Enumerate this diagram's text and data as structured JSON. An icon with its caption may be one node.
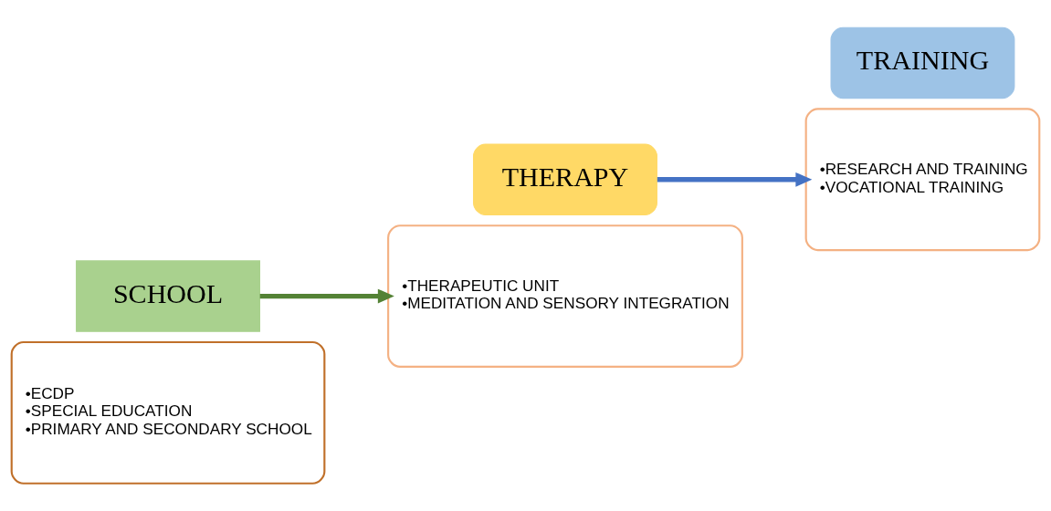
{
  "diagram": {
    "nodes": [
      {
        "text": [
          "•ECDP",
          "•SPECIAL EDUCATION",
          "•PRIMARY AND SECONDARY SCHOOL"
        ]
      },
      {
        "text": [
          "SCHOOL"
        ]
      },
      {
        "text": [
          "•THERAPEUTIC UNIT",
          "•MEDITATION AND SENSORY INTEGRATION"
        ]
      },
      {
        "text": [
          "THERAPY"
        ]
      },
      {
        "text": [
          "•RESEARCH AND TRAINING",
          "•VOCATIONAL TRAINING"
        ]
      },
      {
        "text": [
          "TRAINING"
        ]
      }
    ],
    "edges": [
      {
        "from": 1,
        "to": 2,
        "arrow": "to",
        "color": "#548235"
      },
      {
        "from": 3,
        "to": 4,
        "arrow": "to",
        "color": "#4472c4"
      }
    ]
  }
}
